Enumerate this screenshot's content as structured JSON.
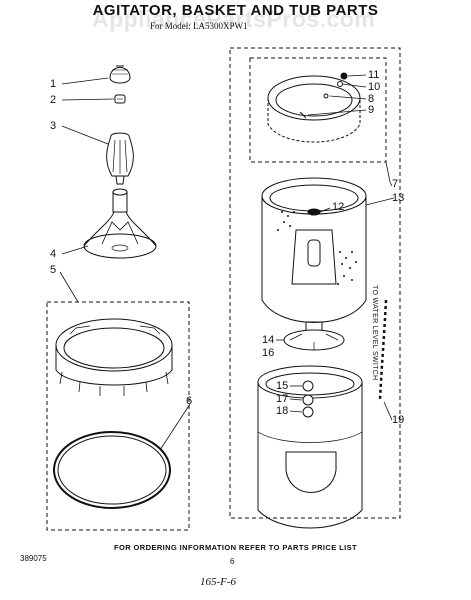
{
  "title": "AGITATOR, BASKET AND TUB PARTS",
  "subtitle": "For Model: LA5300XPW1",
  "watermark": "AppliancePartsPros.com",
  "callouts": [
    "1",
    "2",
    "3",
    "4",
    "5",
    "6",
    "7",
    "8",
    "9",
    "10",
    "11",
    "12",
    "13",
    "14",
    "15",
    "16",
    "17",
    "18",
    "19"
  ],
  "side_label": "TO WATER LEVEL SWITCH",
  "footer_note": "FOR ORDERING INFORMATION REFER TO PARTS PRICE LIST",
  "diagram_code": "389075",
  "page_number": "6",
  "handwritten_note": "165-F-6"
}
